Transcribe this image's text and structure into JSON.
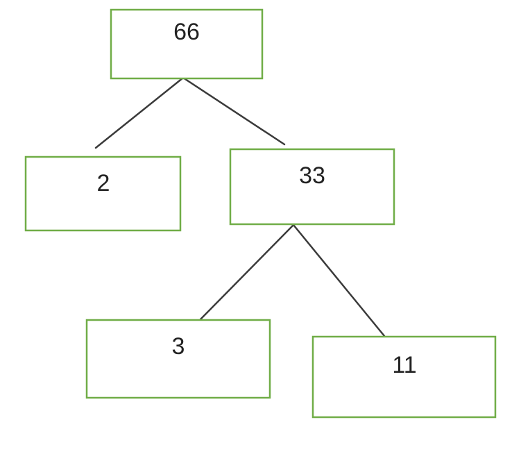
{
  "diagram": {
    "colors": {
      "box_border": "#70ad47",
      "edge": "#3a3a3a",
      "text": "#222222"
    },
    "nodes": [
      {
        "id": "n66",
        "label": "66"
      },
      {
        "id": "n2",
        "label": "2"
      },
      {
        "id": "n33",
        "label": "33"
      },
      {
        "id": "n3",
        "label": "3"
      },
      {
        "id": "n11",
        "label": "11"
      }
    ],
    "edges": [
      {
        "from": "n66",
        "to": "n2"
      },
      {
        "from": "n66",
        "to": "n33"
      },
      {
        "from": "n33",
        "to": "n3"
      },
      {
        "from": "n33",
        "to": "n11"
      }
    ]
  }
}
